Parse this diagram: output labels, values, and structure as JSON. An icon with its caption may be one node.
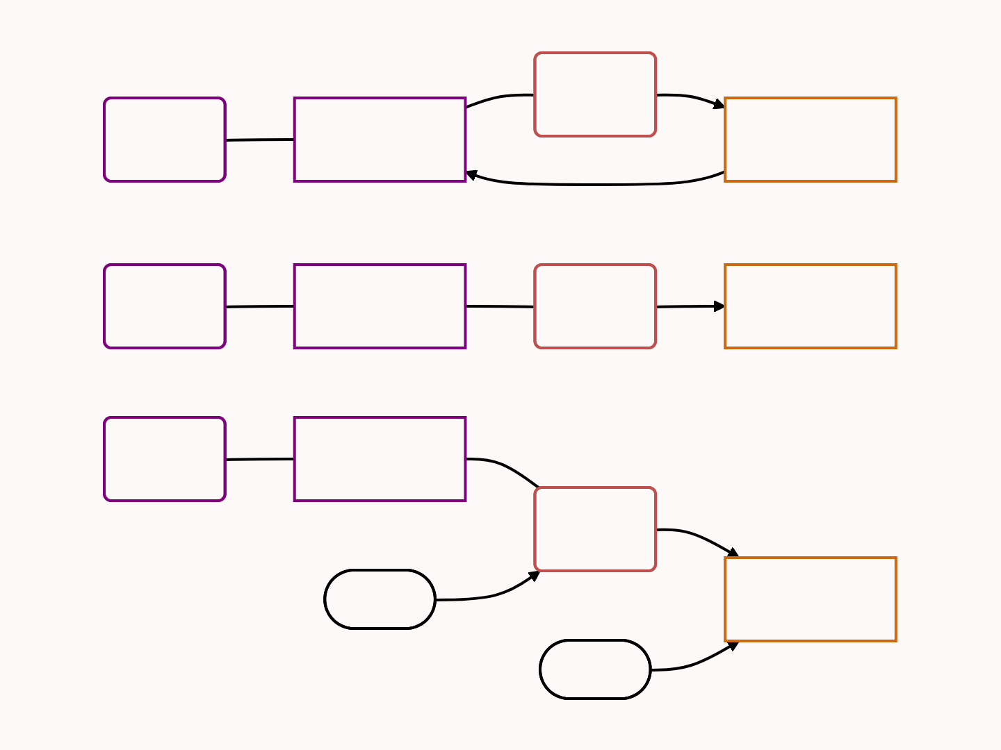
{
  "diagram": {
    "nodes": [
      {
        "text": [],
        "shape": "box"
      },
      {
        "text": [],
        "shape": "box"
      },
      {
        "text": [],
        "shape": "box"
      },
      {
        "text": [],
        "shape": "box"
      },
      {
        "text": [],
        "shape": "box"
      },
      {
        "text": [],
        "shape": "box"
      },
      {
        "text": [],
        "shape": "box"
      },
      {
        "text": [],
        "shape": "box"
      },
      {
        "text": [],
        "shape": "box"
      },
      {
        "text": [],
        "shape": "box"
      },
      {
        "text": [],
        "shape": "box"
      },
      {
        "text": [],
        "shape": "box"
      },
      {
        "text": [],
        "shape": "ellipse"
      },
      {
        "text": [],
        "shape": "ellipse"
      }
    ],
    "edges": [
      {
        "from": 0,
        "to": 1,
        "arrow": "none"
      },
      {
        "from": 1,
        "to": 2,
        "arrow": "none"
      },
      {
        "from": 2,
        "to": 3,
        "arrow": "to"
      },
      {
        "from": 3,
        "to": 1,
        "arrow": "to"
      },
      {
        "from": 4,
        "to": 5,
        "arrow": "none"
      },
      {
        "from": 5,
        "to": 6,
        "arrow": "none"
      },
      {
        "from": 6,
        "to": 7,
        "arrow": "to"
      },
      {
        "from": 8,
        "to": 9,
        "arrow": "none"
      },
      {
        "from": 9,
        "to": 10,
        "arrow": "none"
      },
      {
        "from": 10,
        "to": 11,
        "arrow": "to"
      },
      {
        "from": 12,
        "to": 10,
        "arrow": "to"
      },
      {
        "from": 13,
        "to": 11,
        "arrow": "to"
      }
    ]
  }
}
